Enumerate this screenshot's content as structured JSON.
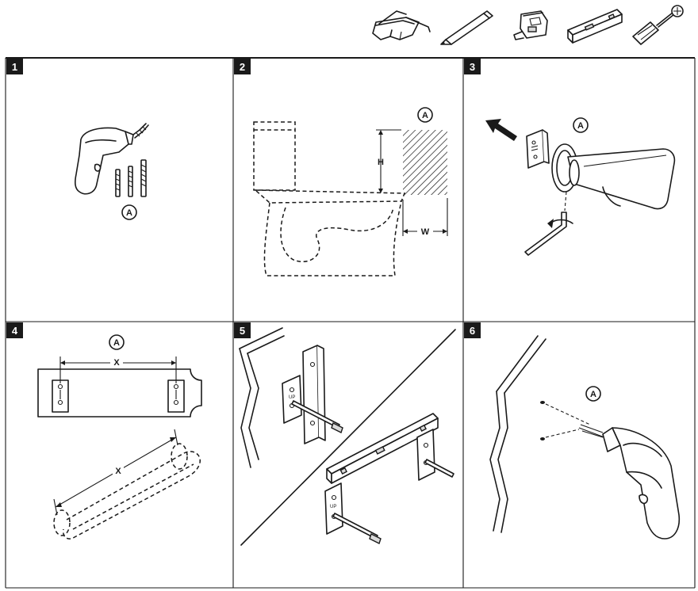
{
  "tools": [
    {
      "name": "safety-glasses-icon"
    },
    {
      "name": "pencil-icon"
    },
    {
      "name": "tape-measure-icon"
    },
    {
      "name": "level-icon"
    },
    {
      "name": "screwdriver-icon"
    }
  ],
  "steps": [
    {
      "number": "1",
      "callout": "A"
    },
    {
      "number": "2",
      "callout": "A",
      "dim_h": "H",
      "dim_w": "W"
    },
    {
      "number": "3",
      "callout": "A"
    },
    {
      "number": "4",
      "callout": "A",
      "dim_x_top": "X",
      "dim_x_bar": "X"
    },
    {
      "number": "5",
      "bracket_text": "UP"
    },
    {
      "number": "6",
      "callout": "A"
    }
  ],
  "colors": {
    "ink": "#1a1a1a",
    "badge": "#1a1a1a",
    "paper": "#ffffff"
  }
}
